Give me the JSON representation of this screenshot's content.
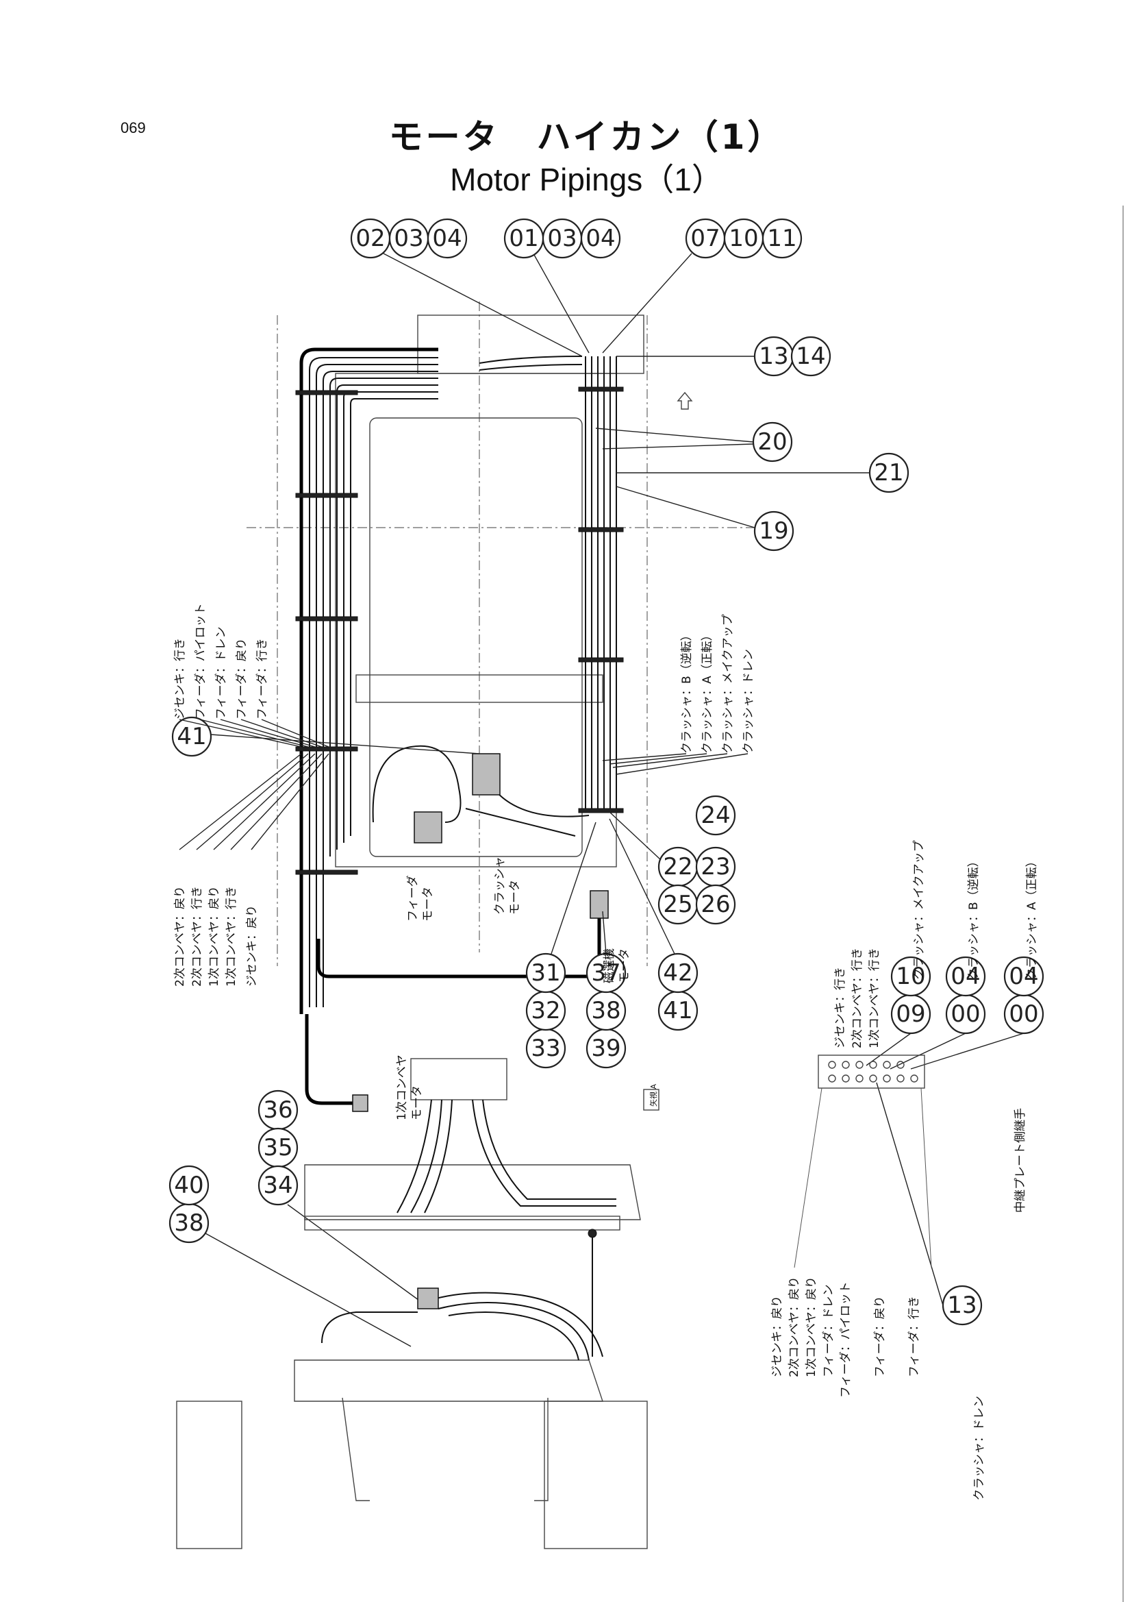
{
  "page_number": "069",
  "title_jp": "モータ　ハイカン（1）",
  "title_en": "Motor Pipings（1）",
  "bubbles": {
    "top_row": [
      "02",
      "03",
      "04",
      "01",
      "03",
      "04",
      "07",
      "10",
      "11"
    ],
    "b13": "13",
    "b14": "14",
    "b20": "20",
    "b21": "21",
    "b19": "19",
    "b41_left": "41",
    "b24": "24",
    "b22": "22",
    "b23": "23",
    "b25": "25",
    "b26": "26",
    "b33": "33",
    "b32": "32",
    "b31": "31",
    "b39": "39",
    "b38": "38",
    "b37": "37",
    "b41b": "41",
    "b42": "42",
    "b09": "09",
    "b10b": "10",
    "b00a": "00",
    "b04a": "04",
    "b00b": "00",
    "b04b": "04",
    "b13b": "13",
    "b36": "36",
    "b35": "35",
    "b34": "34",
    "b38b": "38",
    "b40": "40"
  },
  "labels": {
    "left_group": [
      "ジセンキ：行き",
      "フィーダ：パイロット",
      "フィーダ：ドレン",
      "フィーダ：戻り",
      "フィーダ：行き"
    ],
    "right_group": [
      "クラッシャ：B（逆転）",
      "クラッシャ：A（正転）",
      "クラッシャ：メイクアップ",
      "クラッシャ：ドレン"
    ],
    "lower_left_group": [
      "2次コンベヤ：戻り",
      "2次コンベヤ：行き",
      "1次コンベヤ：戻り",
      "1次コンベヤ：行き",
      "ジセンキ：戻り"
    ],
    "feeder_motor": [
      "フィーダ",
      "モータ"
    ],
    "crusher_motor": [
      "クラッシャ",
      "モータ"
    ],
    "magnet_motor": [
      "磁選機",
      "モータ"
    ],
    "conveyor1_motor": [
      "1次コンベヤ",
      "モータ"
    ],
    "plate_top": [
      "ジセンキ：行き",
      "2次コンベヤ：行き",
      "1次コンベヤ：行き",
      "クラッシャ：メイクアップ",
      "クラッシャ：B（逆転）",
      "クラッシャ：A（正転）"
    ],
    "plate_bottom": [
      "ジセンキ：戻り",
      "2次コンベヤ：戻り",
      "1次コンベヤ：戻り",
      "フィーダ：ドレン",
      "フィーダ：パイロット",
      "フィーダ：戻り",
      "フィーダ：行き",
      "クラッシャ：ドレン"
    ],
    "relay_plate": "中継プレート側継手",
    "view_a": "矢視 A"
  }
}
